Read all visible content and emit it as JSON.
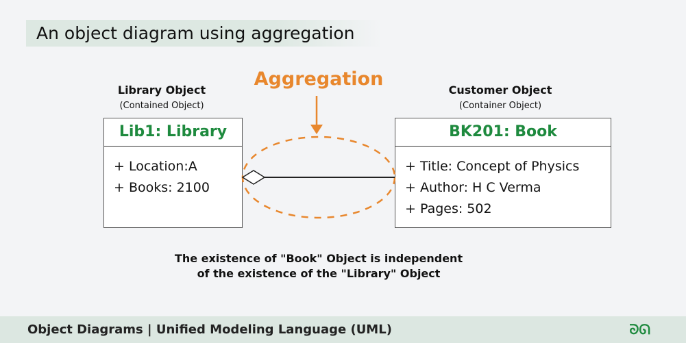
{
  "title": "An object diagram using aggregation",
  "aggregation_label": "Aggregation",
  "left": {
    "label": "Library Object",
    "sublabel": "(Contained Object)",
    "header": "Lib1: Library",
    "attributes": [
      "+ Location:A",
      "+ Books: 2100"
    ]
  },
  "right": {
    "label": "Customer Object",
    "sublabel": "(Container Object)",
    "header": "BK201: Book",
    "attributes": [
      "+ Title: Concept of Physics",
      "+ Author: H C Verma",
      "+ Pages: 502"
    ]
  },
  "note": [
    "The existence of \"Book\" Object is independent",
    "of the existence of the \"Library\" Object"
  ],
  "footer": {
    "text": "Object Diagrams | Unified Modeling Language (UML)",
    "logo": "GfG"
  },
  "colors": {
    "accent": "#e8872d",
    "green": "#1e8a3e"
  }
}
